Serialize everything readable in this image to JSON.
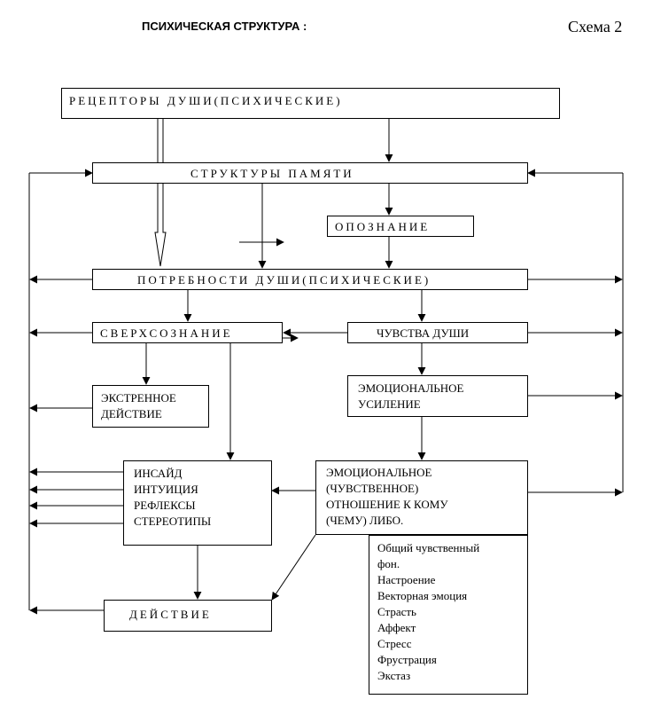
{
  "header": {
    "title": "ПСИХИЧЕСКАЯ СТРУКТУРА :",
    "scheme_label": "Схема 2"
  },
  "nodes": {
    "receptors": "РЕЦЕПТОРЫ ДУШИ(ПСИХИЧЕСКИЕ)",
    "memory": "СТРУКТУРЫ ПАМЯТИ",
    "recognition": "ОПОЗНАНИЕ",
    "needs": "ПОТРЕБНОСТИ ДУШИ(ПСИХИЧЕСКИЕ)",
    "superconsciousness": "СВЕРХСОЗНАНИЕ",
    "feelings": "ЧУВСТВА ДУШИ",
    "emergency_action": [
      "ЭКСТРЕННОЕ",
      "ДЕЙСТВИЕ"
    ],
    "emotional_amplification": [
      "ЭМОЦИОНАЛЬНОЕ",
      "УСИЛЕНИЕ"
    ],
    "insight_group": [
      "ИНСАЙД",
      "ИНТУИЦИЯ",
      "РЕФЛЕКСЫ",
      "СТЕРЕОТИПЫ"
    ],
    "emotional_attitude": [
      "ЭМОЦИОНАЛЬНОЕ",
      "(ЧУВСТВЕННОЕ)",
      "ОТНОШЕНИЕ К КОМУ",
      "(ЧЕМУ) ЛИБО."
    ],
    "action": "ДЕЙСТВИЕ",
    "states": [
      "Общий чувственный",
      "фон.",
      "Настроение",
      "Векторная эмоция",
      "Страсть",
      "Аффект",
      "Стресс",
      "Фрустрация",
      "Экстаз"
    ]
  }
}
